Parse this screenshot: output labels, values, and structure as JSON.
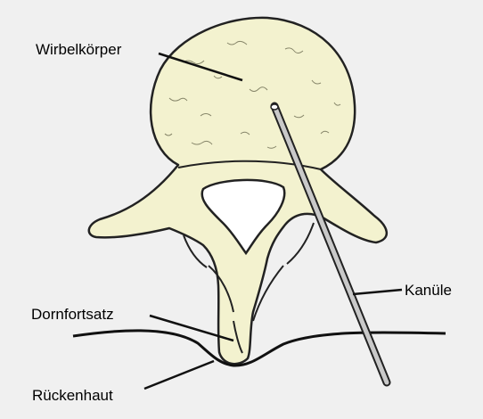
{
  "labels": {
    "vertebral_body": "Wirbelkörper",
    "cannula": "Kanüle",
    "spinous_process": "Dornfortsatz",
    "back_skin": "Rückenhaut"
  },
  "colors": {
    "background": "#f0f0f0",
    "bone_fill": "#f3f2cf",
    "outline": "#222222",
    "cannula_fill": "#c9c9c9"
  }
}
